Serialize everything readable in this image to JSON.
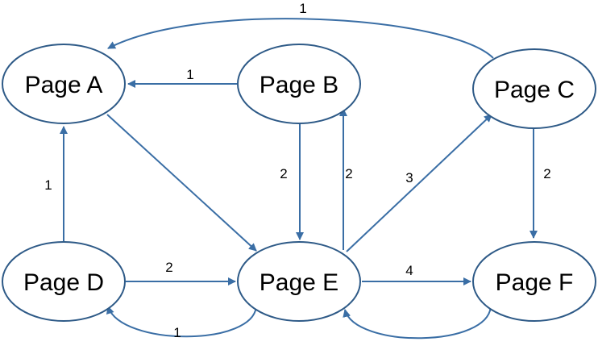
{
  "colors": {
    "edge": "#3a6ea5",
    "node_border": "#2e5a87",
    "node_fill": "#ffffff",
    "text": "#000000"
  },
  "nodes": {
    "a": {
      "label": "Page A"
    },
    "b": {
      "label": "Page B"
    },
    "c": {
      "label": "Page C"
    },
    "d": {
      "label": "Page D"
    },
    "e": {
      "label": "Page E"
    },
    "f": {
      "label": "Page F"
    }
  },
  "edges": [
    {
      "from": "Page B",
      "to": "Page A",
      "weight": "1"
    },
    {
      "from": "Page C",
      "to": "Page A",
      "weight": "1"
    },
    {
      "from": "Page D",
      "to": "Page A",
      "weight": "1"
    },
    {
      "from": "Page A",
      "to": "Page E",
      "weight": ""
    },
    {
      "from": "Page B",
      "to": "Page E",
      "weight": "2"
    },
    {
      "from": "Page E",
      "to": "Page B",
      "weight": "2"
    },
    {
      "from": "Page E",
      "to": "Page C",
      "weight": "3"
    },
    {
      "from": "Page C",
      "to": "Page F",
      "weight": "2"
    },
    {
      "from": "Page D",
      "to": "Page E",
      "weight": "2"
    },
    {
      "from": "Page E",
      "to": "Page D",
      "weight": "1"
    },
    {
      "from": "Page E",
      "to": "Page F",
      "weight": "4"
    },
    {
      "from": "Page F",
      "to": "Page E",
      "weight": ""
    }
  ]
}
